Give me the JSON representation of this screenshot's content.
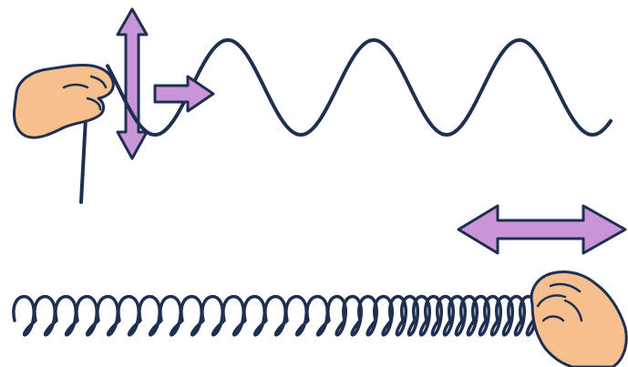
{
  "colors": {
    "background": "#ffffff",
    "line": "#1e2f4f",
    "arrow_fill": "#c994d8",
    "arrow_stroke": "#1e2f4f",
    "skin": "#f6c08e",
    "skin_dark": "#e8a86f"
  },
  "panels": [
    {
      "id": "transverse",
      "elements": [
        "hand-icon",
        "string-wave",
        "vertical-double-arrow",
        "right-arrow"
      ]
    },
    {
      "id": "longitudinal",
      "elements": [
        "spring-coil",
        "horizontal-double-arrow",
        "hand-icon"
      ]
    }
  ]
}
